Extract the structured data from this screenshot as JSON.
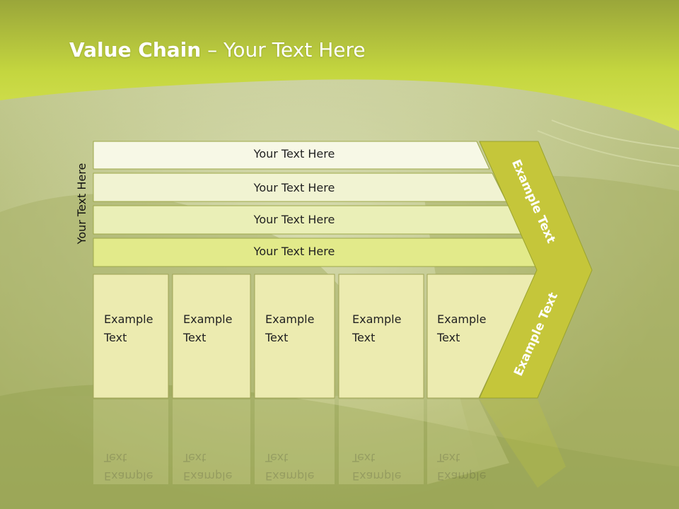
{
  "slide": {
    "title_bold": "Value Chain",
    "title_rest": " – Your Text Here",
    "vertical_label": "Your Text Here",
    "rows": [
      {
        "label": "Your Text Here"
      },
      {
        "label": "Your Text Here"
      },
      {
        "label": "Your Text Here"
      },
      {
        "label": "Your Text Here"
      }
    ],
    "columns": [
      {
        "line1": "Example",
        "line2": "Text"
      },
      {
        "line1": "Example",
        "line2": "Text"
      },
      {
        "line1": "Example",
        "line2": "Text"
      },
      {
        "line1": "Example",
        "line2": "Text"
      },
      {
        "line1": "Example",
        "line2": "Text"
      }
    ],
    "arrow_upper_label": "Example Text",
    "arrow_lower_label": "Example Text"
  },
  "colors": {
    "accent": "#c5c63a",
    "banner": "#cfdc4a",
    "row_fills": [
      "#f7f8e6",
      "#f1f3d2",
      "#eaefb7",
      "#e2ea8a"
    ],
    "column_fill": "#ecebb0"
  }
}
